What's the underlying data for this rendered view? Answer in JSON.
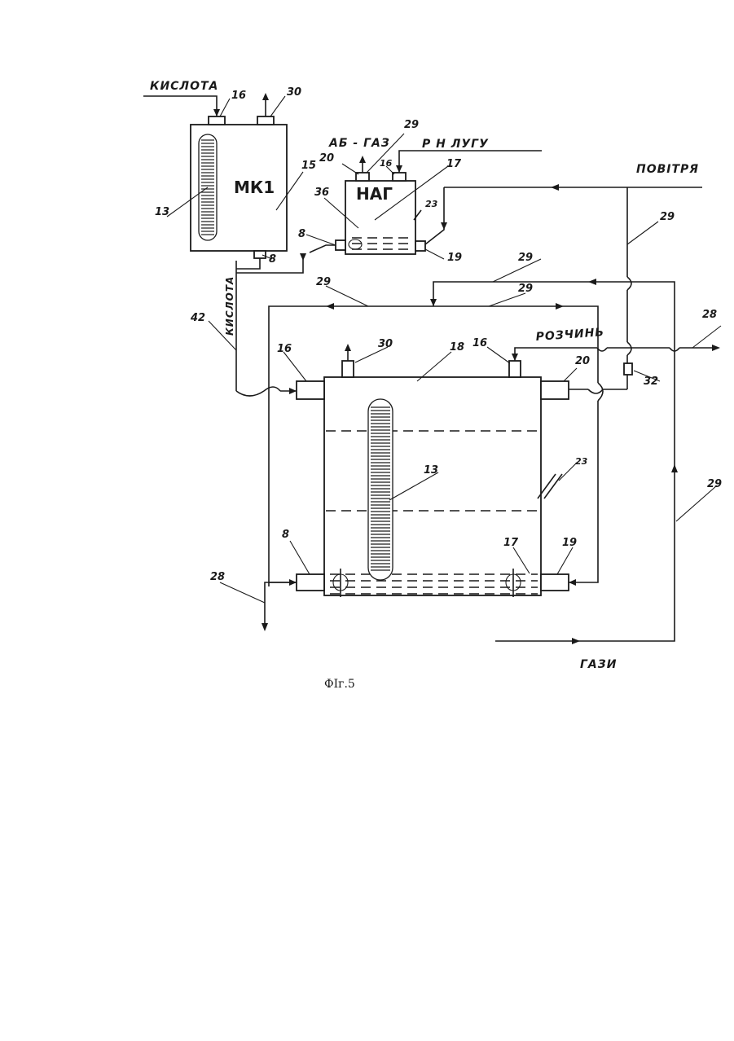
{
  "figure": {
    "caption": "ФІг.5",
    "labels": {
      "acid_top": "КИСЛОТА",
      "ab_gas": "АБ - ГАЗ",
      "alkali": "Р Н ЛУГУ",
      "air": "ПОВІТРЯ",
      "acid_side": "КИСЛОТА",
      "solution": "РОЗЧИНЬ",
      "gases": "ГАЗИ",
      "tank1": "МК1",
      "tank2": "НАГ"
    },
    "refs": {
      "r16a": "16",
      "r30a": "30",
      "r29a": "29",
      "r20a": "20",
      "r16b": "16",
      "r15": "15",
      "r17a": "17",
      "r13a": "13",
      "r36": "36",
      "r23a": "23",
      "r8a": "8",
      "r8b": "8",
      "r19a": "19",
      "r29b": "29",
      "r29c": "29",
      "r29d": "29",
      "r29e": "29",
      "r42": "42",
      "r28a": "28",
      "r16c": "16",
      "r30b": "30",
      "r18": "18",
      "r16d": "16",
      "r20b": "20",
      "r32": "32",
      "r13b": "13",
      "r23b": "23",
      "r29f": "29",
      "r8c": "8",
      "r17b": "17",
      "r19b": "19",
      "r28b": "28"
    }
  }
}
